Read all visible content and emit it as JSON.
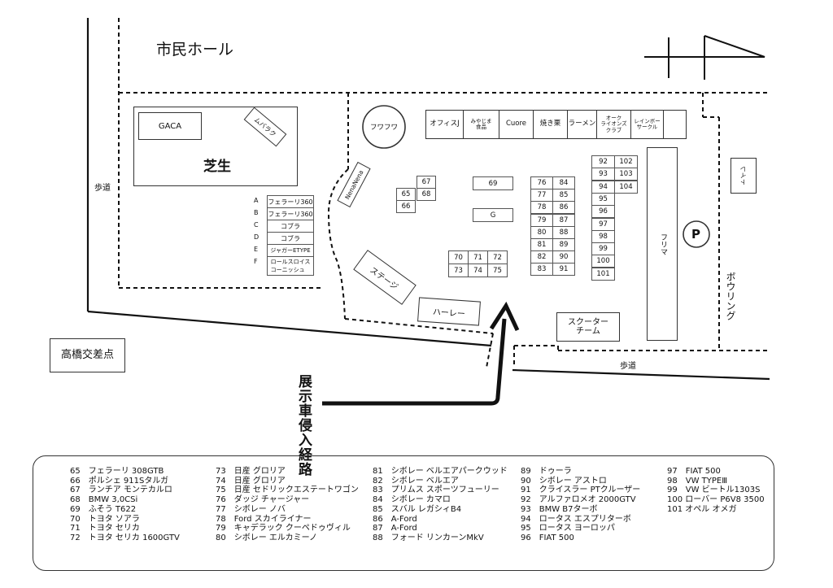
{
  "labels": {
    "shimin_hall": "市民ホール",
    "shibafu": "芝生",
    "gaca": "GACA",
    "mubarak": "ムバラク",
    "nenanena": "NenaNena",
    "fuwafuwa": "フワフワ",
    "stage": "ステージ",
    "harley": "ハーレー",
    "scooter": "スクーター\nチーム",
    "furima": "フリマ",
    "parking": "P",
    "toilet": "トイレ",
    "sidewalk_left": "歩道",
    "sidewalk_bottom": "歩道",
    "bowling": "ボウリング",
    "takahashi": "高橋交差点",
    "route": "展示車侵入経路",
    "booth_69": "69",
    "booth_g": "G"
  },
  "shops": [
    {
      "id": "office_j",
      "label": "オフィスJ"
    },
    {
      "id": "miyajima",
      "label": "みやじま\n食品"
    },
    {
      "id": "cuore",
      "label": "Cuore"
    },
    {
      "id": "yakiguri",
      "label": "焼き栗"
    },
    {
      "id": "ramen",
      "label": "ラーメン"
    },
    {
      "id": "oak_lions",
      "label": "オーク\nライオンズ\nクラブ"
    },
    {
      "id": "rainbow",
      "label": "レインボー\nサークル"
    },
    {
      "id": "empty",
      "label": ""
    }
  ],
  "lettered": [
    {
      "letter": "A",
      "name": "フェラーリ360"
    },
    {
      "letter": "B",
      "name": "フェラーリ360"
    },
    {
      "letter": "C",
      "name": "コブラ"
    },
    {
      "letter": "D",
      "name": "コブラ"
    },
    {
      "letter": "E",
      "name": "ジャガーETYPE"
    },
    {
      "letter": "F",
      "name": "ロールスロイス\nコーニッシュ"
    }
  ],
  "grid_65": [
    "67",
    "65",
    "68",
    "66"
  ],
  "grid_70": [
    "70",
    "71",
    "72",
    "73",
    "74",
    "75"
  ],
  "grid_76": [
    "76",
    "84",
    "77",
    "85",
    "78",
    "86",
    "79",
    "87",
    "80",
    "88",
    "81",
    "89",
    "82",
    "90",
    "83",
    "91"
  ],
  "grid_92": [
    "92",
    "102",
    "93",
    "103",
    "94",
    "104",
    "95",
    "96",
    "97",
    "98",
    "99",
    "100",
    "101"
  ],
  "legend": [
    [
      "65　フェラーリ 308GTB",
      "66　ポルシェ 911Sタルガ",
      "67　ランチア モンテカルロ",
      "68　BMW 3,0CSi",
      "69　ふそう T622",
      "70　トヨタ ソアラ",
      "71　トヨタ セリカ",
      "72　トヨタ セリカ 1600GTV"
    ],
    [
      "73　日産 グロリア",
      "74　日産 グロリア",
      "75　日産 セドリックエステートワゴン",
      "76　ダッジ チャージャー",
      "77　シボレー ノバ",
      "78　Ford スカイライナー",
      "79　キャデラック クーペドゥヴィル",
      "80　シボレー エルカミーノ"
    ],
    [
      "81　シボレー ベルエアパークウッド",
      "82　シボレー ベルエア",
      "83　プリムス スポーツフューリー",
      "84　シボレー カマロ",
      "85　スバル レガシィB4",
      "86　A-Ford",
      "87　A-Ford",
      "88　フォード リンカーンMkV"
    ],
    [
      "89　ドゥーラ",
      "90　シボレー アストロ",
      "91　クライスラー PTクルーザー",
      "92　アルファロメオ 2000GTV",
      "93　BMW B7ターボ",
      "94　ロータス エスプリターボ",
      "95　ロータス ヨーロッパ",
      "96　FIAT 500"
    ],
    [
      "97　FIAT 500",
      "98　VW TYPEⅢ",
      "99　VW ビートル1303S",
      "100 ローバー P6V8 3500",
      "101 オペル オメガ"
    ]
  ]
}
